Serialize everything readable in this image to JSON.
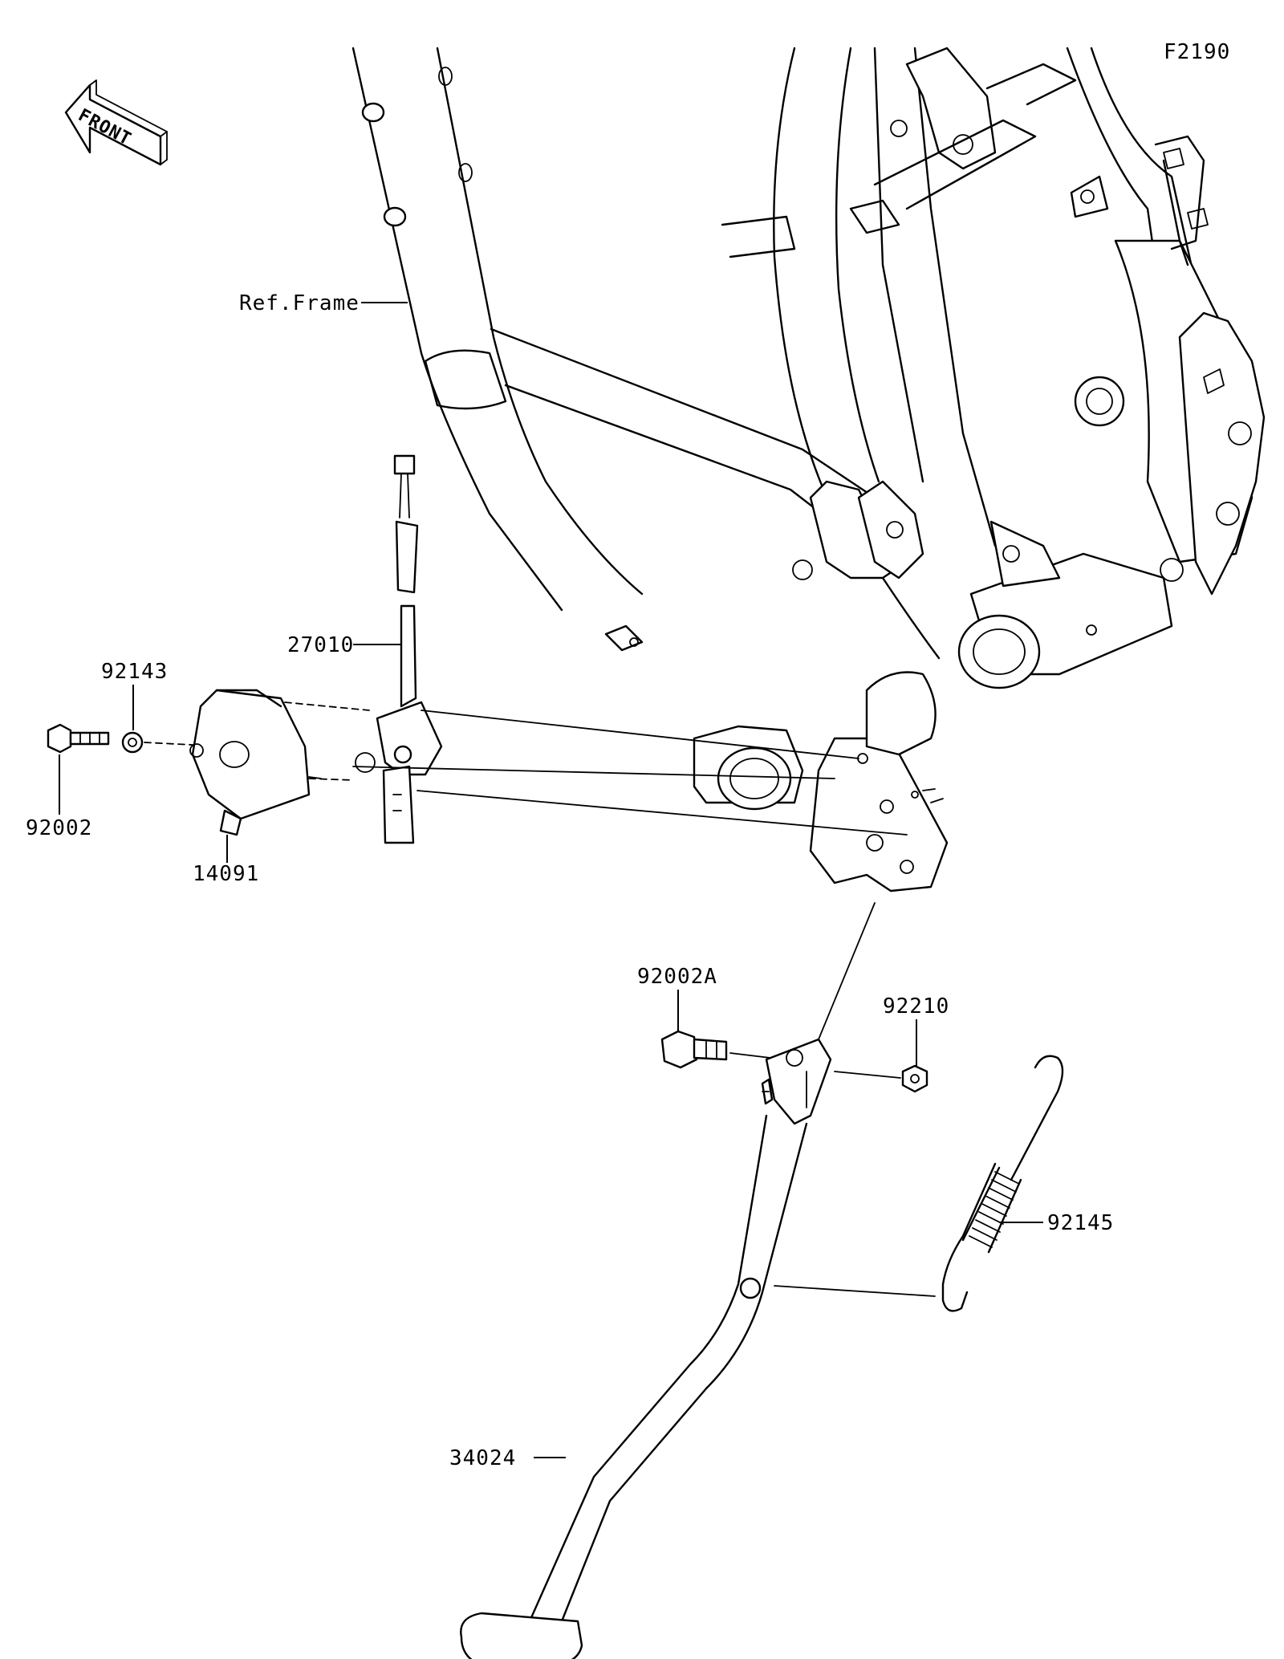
{
  "diagram": {
    "code": "F2190",
    "front_arrow_text": "FRONT",
    "labels": {
      "ref_frame": "Ref.Frame",
      "p27010": "27010",
      "p92143": "92143",
      "p92002": "92002",
      "p14091": "14091",
      "p92002A": "92002A",
      "p92210": "92210",
      "p92145": "92145",
      "p34024": "34024"
    }
  }
}
